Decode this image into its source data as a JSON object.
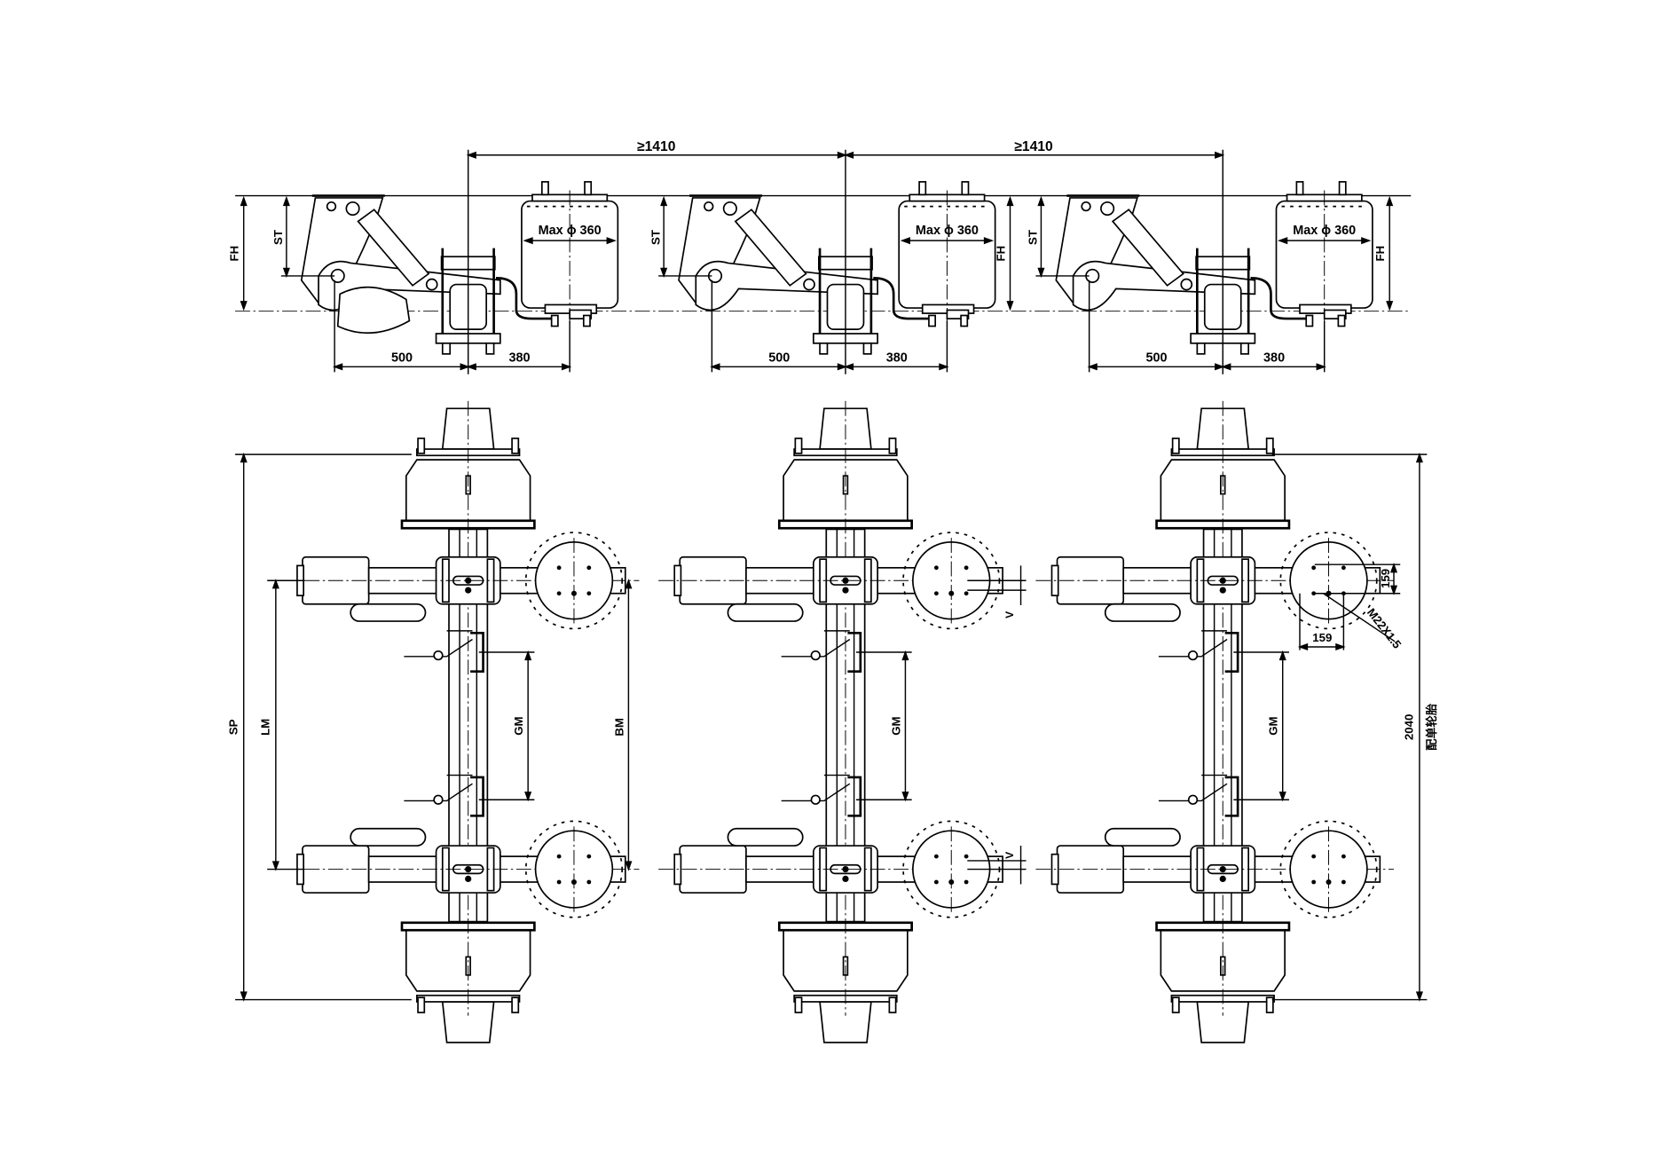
{
  "drawing": {
    "spacing": "≥1410",
    "front_offset": "500",
    "rear_offset": "380",
    "frame_height": "FH",
    "stroke": "ST",
    "spring_diameter": "Max ϕ 360",
    "spring_center": "SP",
    "lm": "LM",
    "gm": "GM",
    "bm": "BM",
    "v": "V",
    "bolt_pitch": "159",
    "thread": "M22X1.5",
    "track": "2040",
    "tire_note": "配单轮胎"
  }
}
